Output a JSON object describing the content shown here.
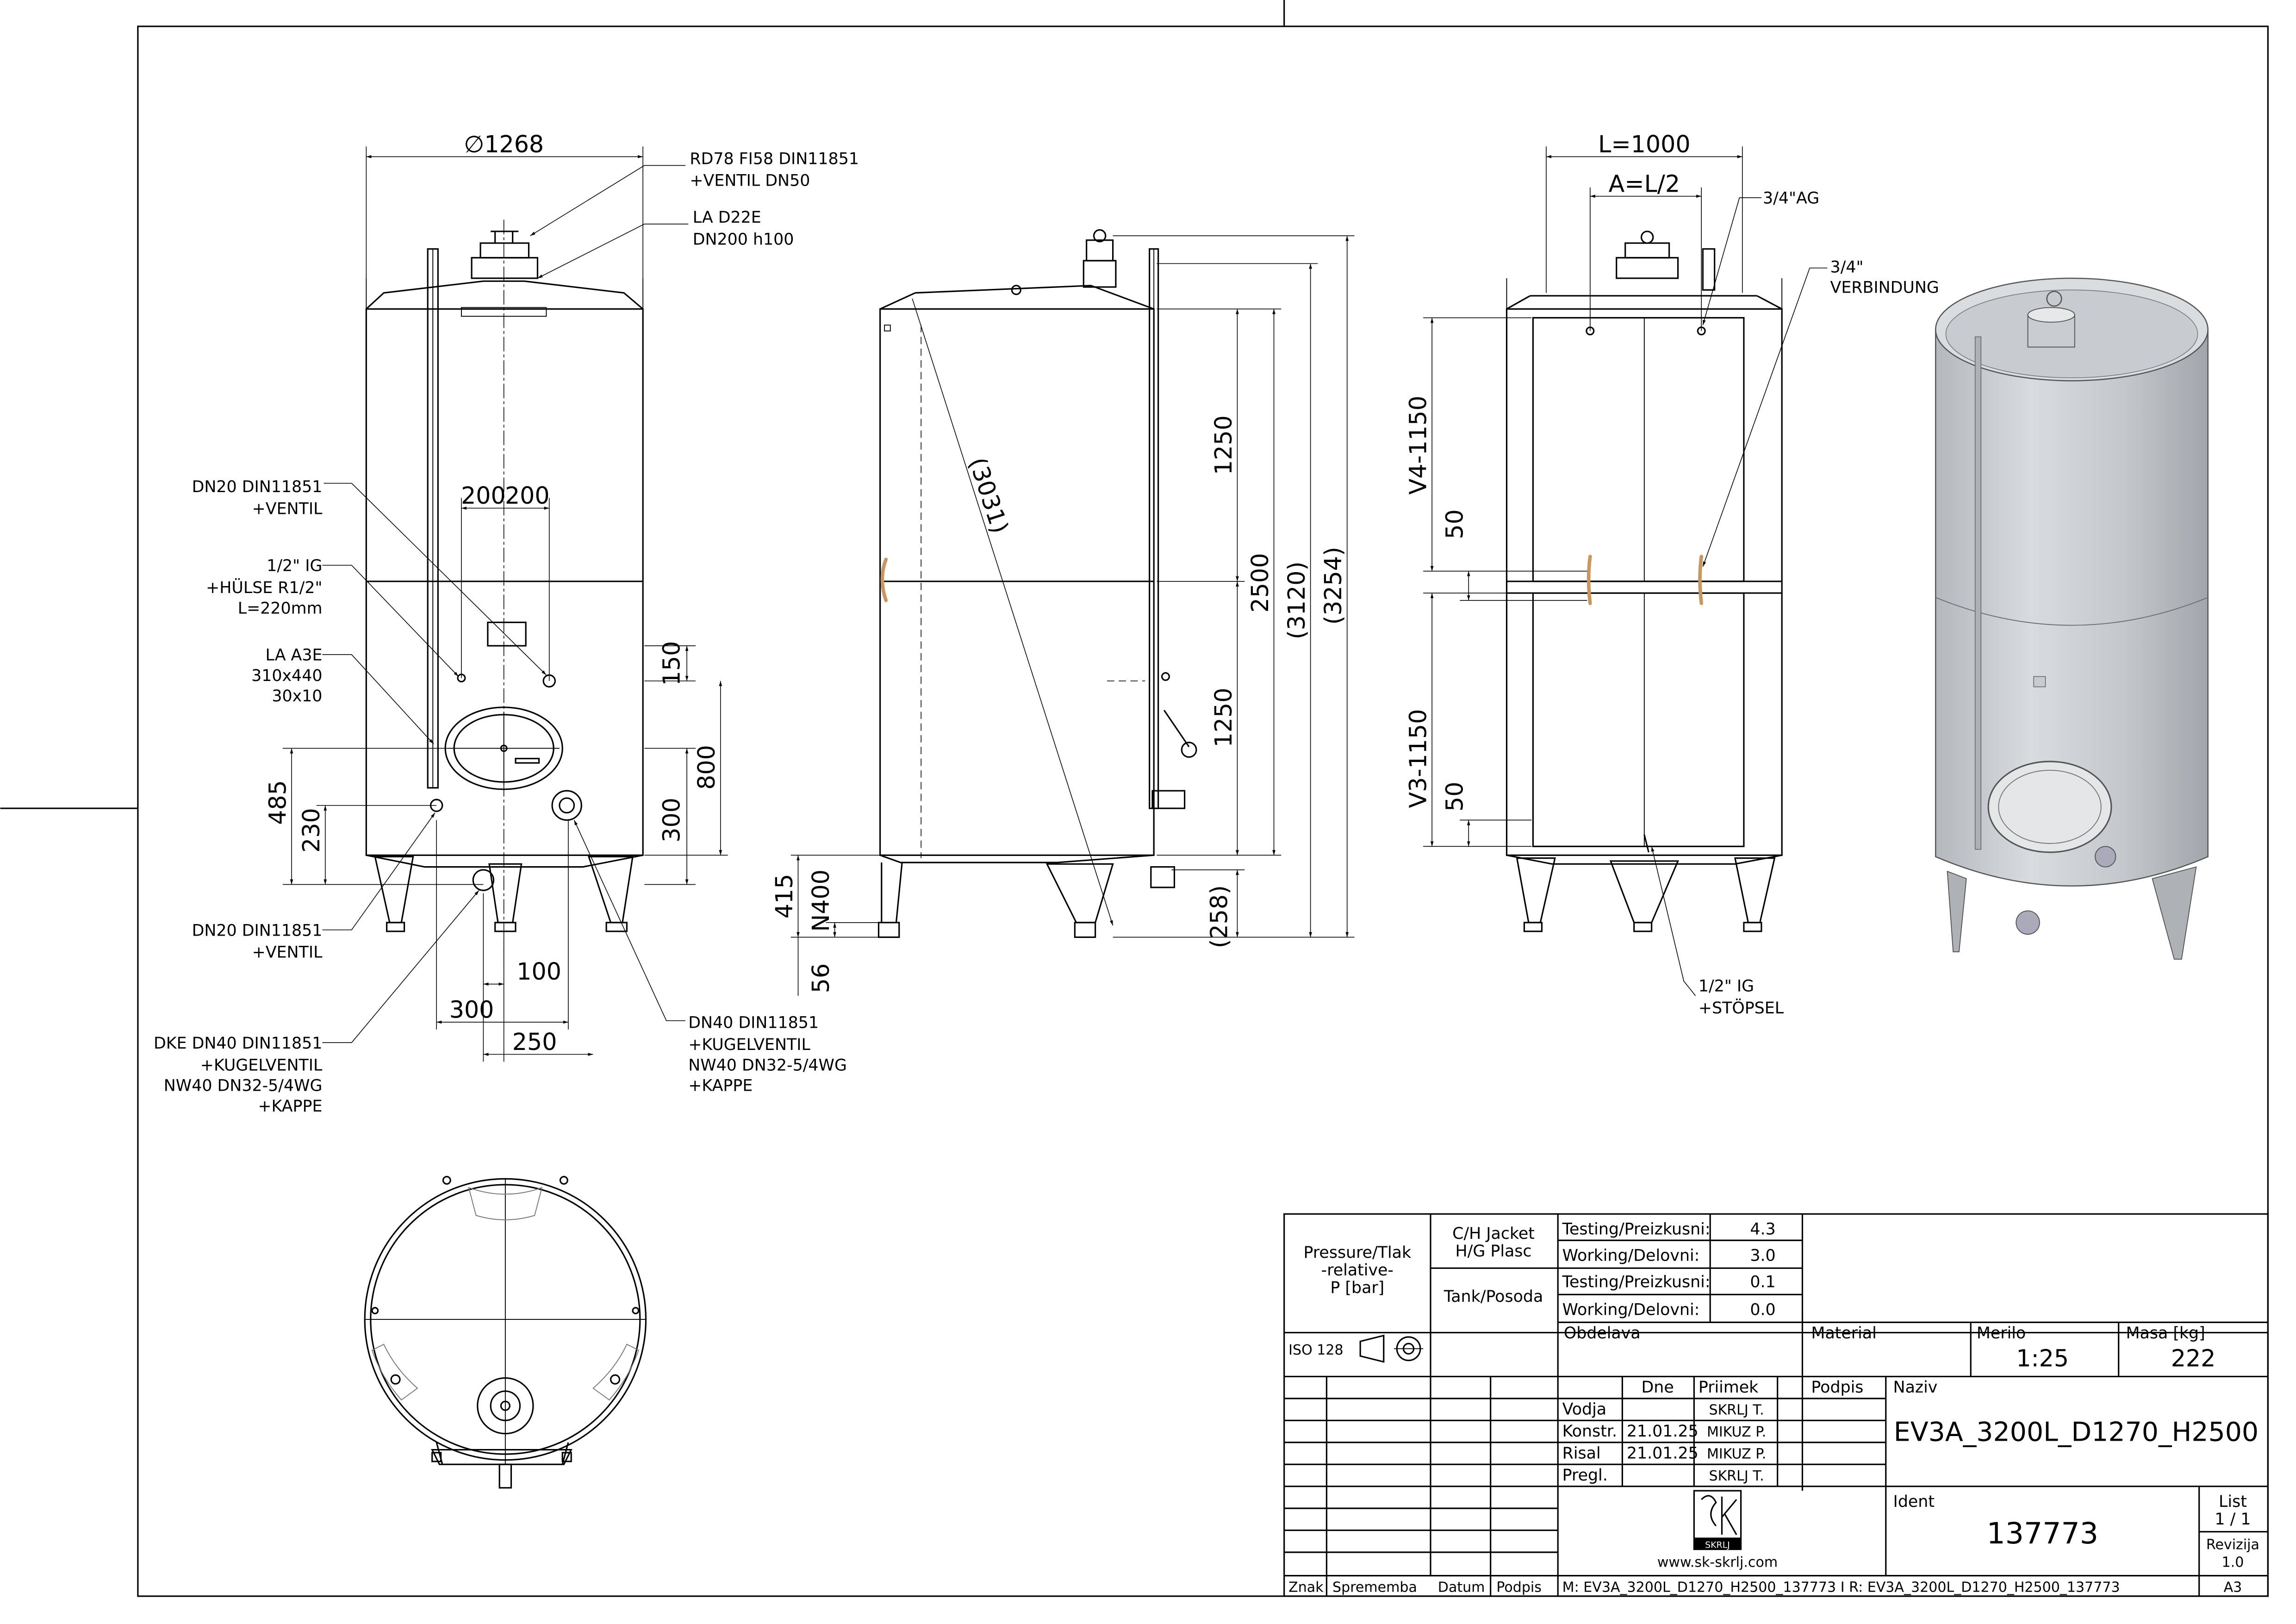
{
  "front_view": {
    "dia": "∅1268",
    "notes": {
      "rd78_1": "RD78 FI58 DIN11851",
      "rd78_2": "+VENTIL DN50",
      "la_d22e_1": "LA D22E",
      "la_d22e_2": "DN200 h100",
      "dn20_top_1": "DN20 DIN11851",
      "dn20_top_2": "+VENTIL",
      "ig_1": "1/2\" IG",
      "ig_2": "+HÜLSE R1/2\"",
      "ig_3": "L=220mm",
      "la_a3e_1": "LA A3E",
      "la_a3e_2": "310x440",
      "la_a3e_3": "30x10",
      "dn20_bot_1": "DN20 DIN11851",
      "dn20_bot_2": "+VENTIL",
      "dke_1": "DKE DN40 DIN11851",
      "dke_2": "+KUGELVENTIL",
      "dke_3": "NW40 DN32-5/4WG",
      "dke_4": "+KAPPE",
      "dn40_1": "DN40 DIN11851",
      "dn40_2": "+KUGELVENTIL",
      "dn40_3": "NW40 DN32-5/4WG",
      "dn40_4": "+KAPPE"
    },
    "dims": {
      "d200a": "200",
      "d200b": "200",
      "d150": "150",
      "d800": "800",
      "d300v": "300",
      "d485": "485",
      "d230": "230",
      "d100": "100",
      "d300h": "300",
      "d250": "250"
    }
  },
  "side_view": {
    "dims": {
      "d3031": "(3031)",
      "d1250a": "1250",
      "d1250b": "1250",
      "d2500": "2500",
      "d3120": "(3120)",
      "d3254": "(3254)",
      "d415": "415",
      "n400": "N400",
      "d56": "56",
      "d258": "(258)"
    }
  },
  "jacket_view": {
    "l1000": "L=1000",
    "a_l2": "A=L/2",
    "ag": "3/4\"AG",
    "verb_1": "3/4\"",
    "verb_2": "VERBINDUNG",
    "v4": "V4-1150",
    "v3": "V3-1150",
    "d50a": "50",
    "d50b": "50",
    "st_1": "1/2\" IG",
    "st_2": "+STÖPSEL"
  },
  "title_block": {
    "pressure": [
      "Pressure/Tlak",
      "-relative-",
      "P [bar]"
    ],
    "ch_jacket": [
      "C/H Jacket",
      "H/G Plasc"
    ],
    "tank": "Tank/Posoda",
    "rows": [
      {
        "label": "Testing/Preizkusni:",
        "value": "4.3"
      },
      {
        "label": "Working/Delovni:",
        "value": "3.0"
      },
      {
        "label": "Testing/Preizkusni:",
        "value": "0.1"
      },
      {
        "label": "Working/Delovni:",
        "value": "0.0"
      }
    ],
    "iso": "ISO 128",
    "obdelava": "Obdelava",
    "material": "Material",
    "merilo_label": "Merilo",
    "merilo_value": "1:25",
    "masa_label": "Masa [kg]",
    "masa_value": "222",
    "col_dne": "Dne",
    "col_priimek": "Priimek",
    "col_podpis": "Podpis",
    "naziv_label": "Naziv",
    "naziv_value": "EV3A_3200L_D1270_H2500",
    "people": [
      {
        "role": "Vodja",
        "date": "",
        "name": "SKRLJ T."
      },
      {
        "role": "Konstr.",
        "date": "21.01.25",
        "name": "MIKUZ P."
      },
      {
        "role": "Risal",
        "date": "21.01.25",
        "name": "MIKUZ P."
      },
      {
        "role": "Pregl.",
        "date": "",
        "name": "SKRLJ T."
      }
    ],
    "ident_label": "Ident",
    "ident_value": "137773",
    "list_label": "List",
    "list_value": "1 / 1",
    "rev_label": "Revizija",
    "rev_value": "1.0",
    "logo_text": "SKRLJ",
    "web": "www.sk-skrlj.com",
    "footer": [
      "Znak",
      "Sprememba",
      "Datum",
      "Podpis"
    ],
    "file": "M: EV3A_3200L_D1270_H2500_137773 I R: EV3A_3200L_D1270_H2500_137773",
    "format": "A3"
  }
}
